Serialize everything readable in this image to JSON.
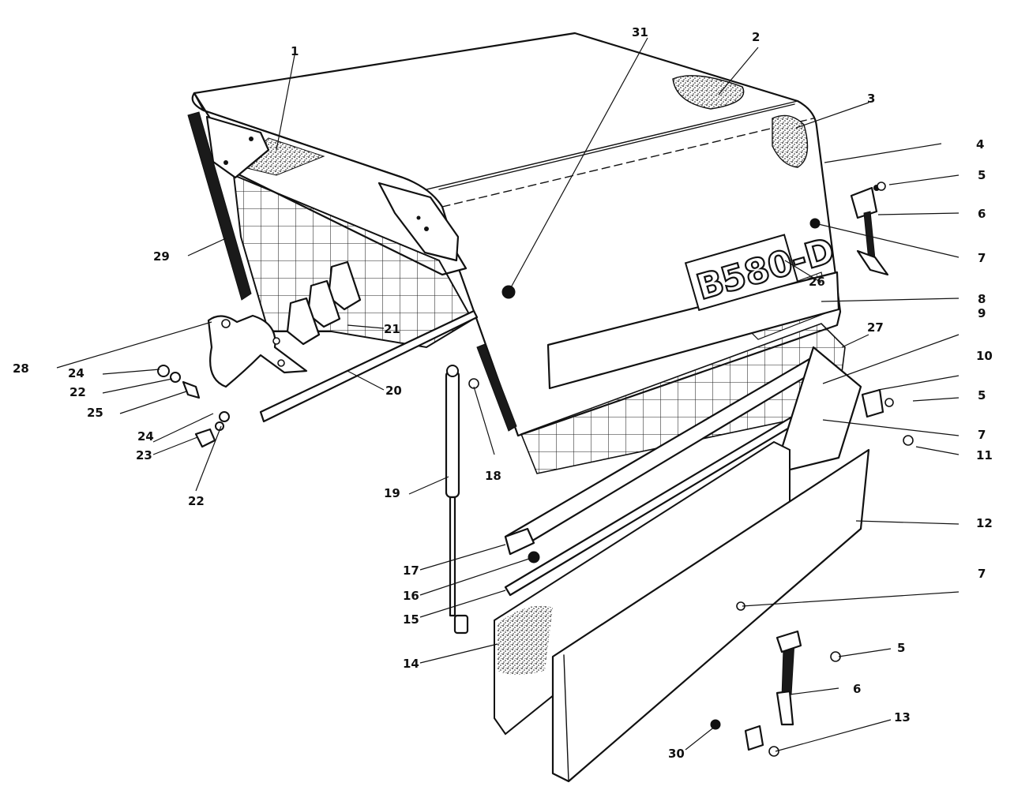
{
  "colors": {
    "ink": "#111111",
    "paper": "#ffffff"
  },
  "decal": {
    "text": "580-D",
    "prefix": "B"
  },
  "callouts": [
    {
      "id": "c1",
      "number": "1"
    },
    {
      "id": "c2",
      "number": "2"
    },
    {
      "id": "c3",
      "number": "3"
    },
    {
      "id": "c4",
      "number": "4"
    },
    {
      "id": "c5a",
      "number": "5"
    },
    {
      "id": "c6a",
      "number": "6"
    },
    {
      "id": "c7a",
      "number": "7"
    },
    {
      "id": "c8",
      "number": "8"
    },
    {
      "id": "c9",
      "number": "9"
    },
    {
      "id": "c10",
      "number": "10"
    },
    {
      "id": "c5b",
      "number": "5"
    },
    {
      "id": "c7b",
      "number": "7"
    },
    {
      "id": "c11",
      "number": "11"
    },
    {
      "id": "c12",
      "number": "12"
    },
    {
      "id": "c7c",
      "number": "7"
    },
    {
      "id": "c5c",
      "number": "5"
    },
    {
      "id": "c6b",
      "number": "6"
    },
    {
      "id": "c13",
      "number": "13"
    },
    {
      "id": "c30",
      "number": "30"
    },
    {
      "id": "c14",
      "number": "14"
    },
    {
      "id": "c15",
      "number": "15"
    },
    {
      "id": "c16",
      "number": "16"
    },
    {
      "id": "c17",
      "number": "17"
    },
    {
      "id": "c19",
      "number": "19"
    },
    {
      "id": "c18",
      "number": "18"
    },
    {
      "id": "c20",
      "number": "20"
    },
    {
      "id": "c21",
      "number": "21"
    },
    {
      "id": "c29",
      "number": "29"
    },
    {
      "id": "c28",
      "number": "28"
    },
    {
      "id": "c24a",
      "number": "24"
    },
    {
      "id": "c22a",
      "number": "22"
    },
    {
      "id": "c25",
      "number": "25"
    },
    {
      "id": "c24b",
      "number": "24"
    },
    {
      "id": "c23",
      "number": "23"
    },
    {
      "id": "c22b",
      "number": "22"
    },
    {
      "id": "c26",
      "number": "26"
    },
    {
      "id": "c27",
      "number": "27"
    },
    {
      "id": "c31",
      "number": "31"
    }
  ]
}
